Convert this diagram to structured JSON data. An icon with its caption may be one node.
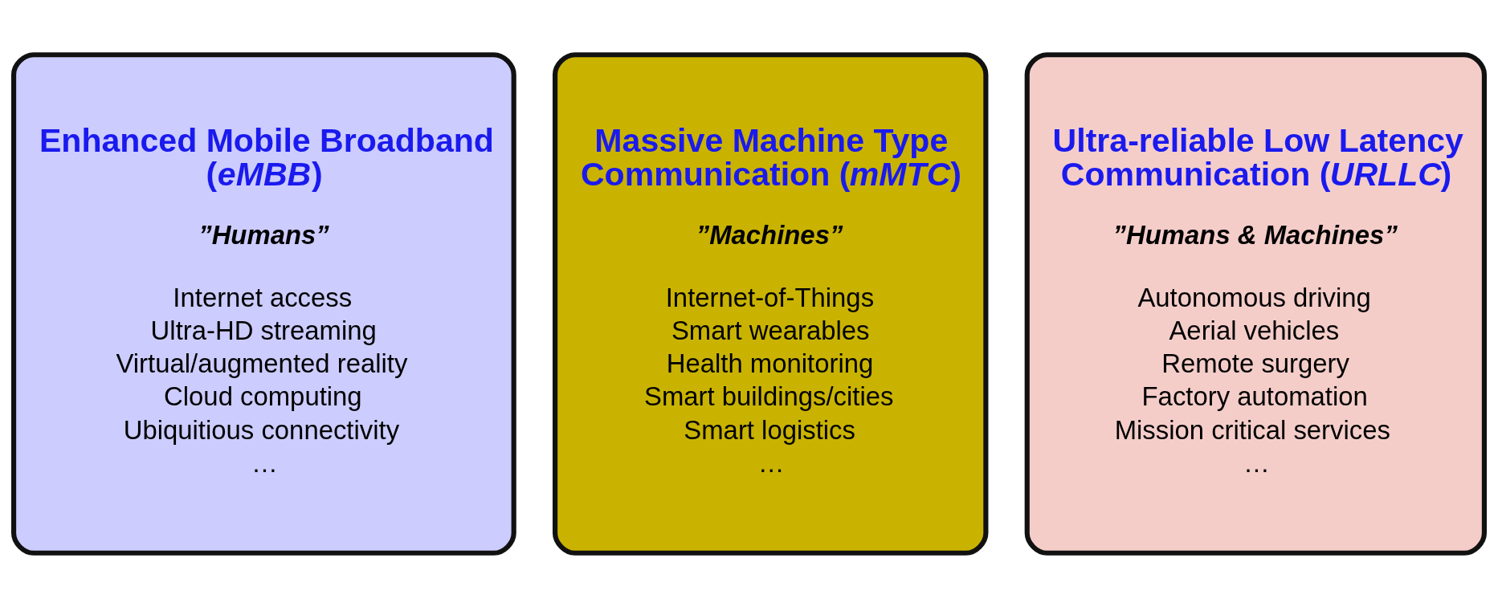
{
  "diagram": {
    "nodes": [
      {
        "text": [
          "Enhanced Mobile Broadband (*eMBB*)",
          "”Humans”",
          "Internet access",
          "Ultra-HD streaming",
          "Virtual/augmented reality",
          "Cloud computing",
          "Ubiquitious connectivity",
          "…"
        ]
      },
      {
        "text": [
          "Massive Machine Type Communication (*mMTC*)",
          "”Machines”",
          "Internet-of-Things",
          "Smart wearables",
          "Health monitoring",
          "Smart buildings/cities",
          "Smart logistics",
          "…"
        ]
      },
      {
        "text": [
          "Ultra-reliable Low Latency Communication (*URLLC*)",
          "”Humans & Machines”",
          "Autonomous driving",
          "Aerial vehicles",
          "Remote surgery",
          "Factory automation",
          "Mission critical services",
          "…"
        ]
      }
    ]
  }
}
